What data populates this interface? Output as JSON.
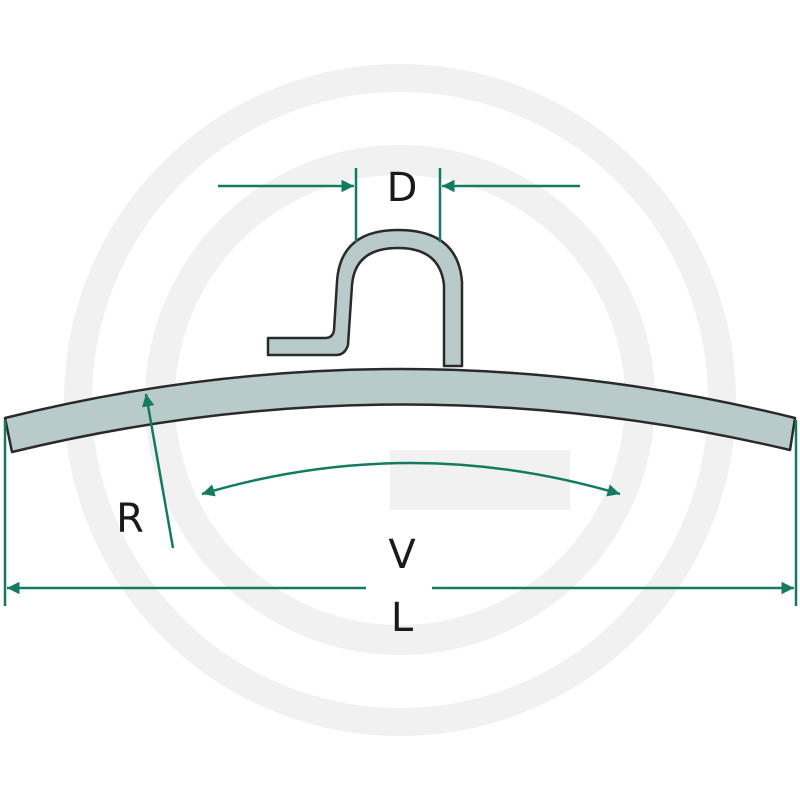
{
  "diagram": {
    "labels": {
      "d": "D",
      "r": "R",
      "v": "V",
      "l": "L"
    }
  },
  "colors": {
    "metal_fill": "#b8cac9",
    "outline": "#2a2a2a",
    "dimension": "#157a62",
    "watermark": "#f1f1f1"
  }
}
